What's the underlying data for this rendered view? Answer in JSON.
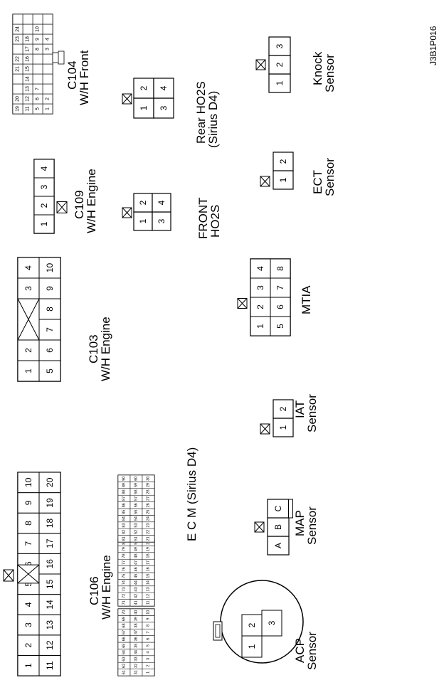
{
  "diagram_code": "J3B1P016",
  "components": {
    "c104": {
      "label": [
        "C104",
        "W/H Front"
      ]
    },
    "rear_ho2s": {
      "label": [
        "Rear HO2S",
        "(Sirius D4)"
      ],
      "pins": [
        "1",
        "2",
        "3",
        "4"
      ]
    },
    "knock": {
      "label": [
        "Knock",
        "Sensor"
      ],
      "pins": [
        "1",
        "2",
        "3"
      ]
    },
    "c109": {
      "label": [
        "C109",
        "W/H Engine"
      ],
      "pins": [
        "1",
        "2",
        "3",
        "4"
      ]
    },
    "front_ho2s": {
      "label": [
        "FRONT",
        "HO2S"
      ],
      "pins": [
        "1",
        "2",
        "3",
        "4"
      ]
    },
    "ect": {
      "label": [
        "ECT",
        "Sensor"
      ],
      "pins": [
        "1",
        "2"
      ]
    },
    "c103": {
      "label": [
        "C103",
        "W/H Engine"
      ],
      "pins_top": [
        "1",
        "2",
        "3",
        "4"
      ],
      "pins_bottom": [
        "5",
        "6",
        "7",
        "8",
        "9",
        "10"
      ]
    },
    "mtia": {
      "label": [
        "MTIA"
      ],
      "pins_top": [
        "1",
        "2",
        "3",
        "4"
      ],
      "pins_bottom": [
        "5",
        "6",
        "7",
        "8"
      ]
    },
    "iat": {
      "label": [
        "IAT",
        "Sensor"
      ],
      "pins": [
        "1",
        "2"
      ]
    },
    "ecm": {
      "label": [
        "E C M (Sirius D4)"
      ]
    },
    "c106": {
      "label": [
        "C106",
        "W/H Engine"
      ]
    },
    "map": {
      "label": [
        "MAP",
        "Sensor"
      ],
      "pins": [
        "A",
        "B",
        "C"
      ]
    },
    "acp": {
      "label": [
        "ACP",
        "Sensor"
      ],
      "pins": [
        "1",
        "2",
        "3"
      ]
    }
  }
}
